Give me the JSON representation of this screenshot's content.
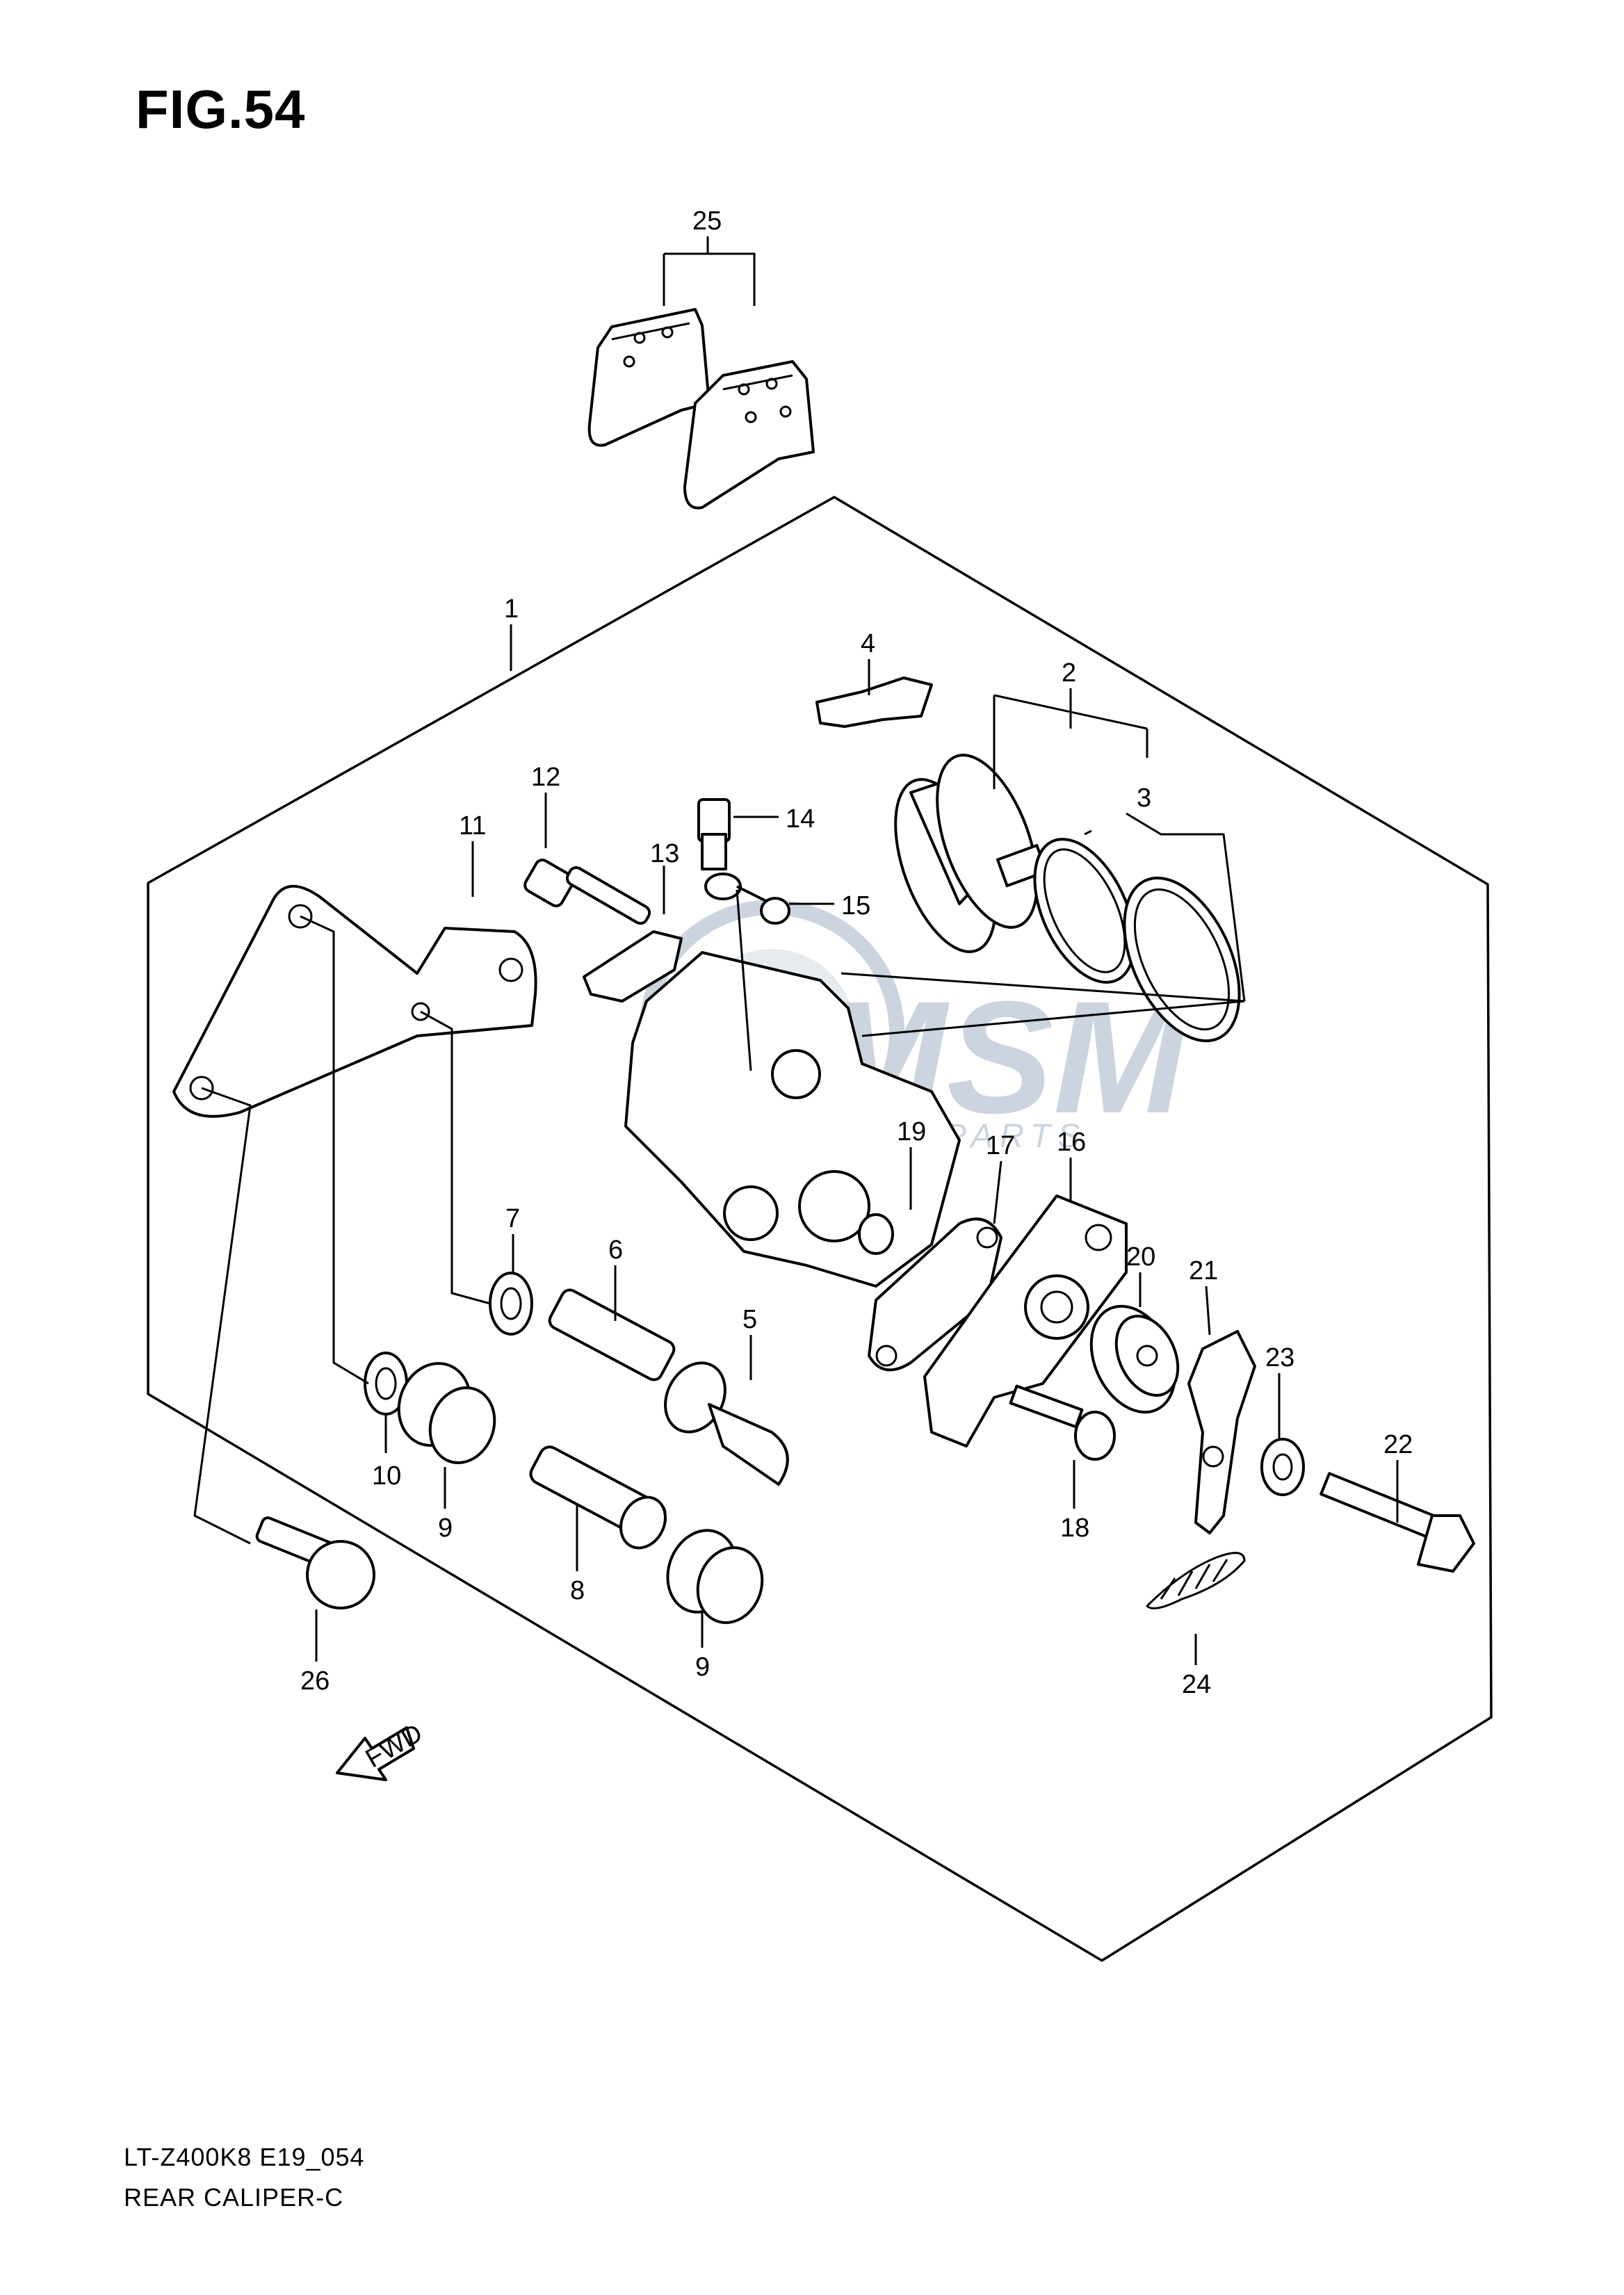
{
  "figure": {
    "title": "FIG.54"
  },
  "footer": {
    "model_code": "LT-Z400K8 E19_054",
    "section_name": "REAR CALIPER-C"
  },
  "fwd_arrow": {
    "label": "FWD"
  },
  "watermark": {
    "brand": "MSM",
    "subtitle": "MOTORPARTS",
    "color": "#c6d0dc"
  },
  "callouts": [
    "1",
    "2",
    "3",
    "4",
    "5",
    "6",
    "7",
    "8",
    "9",
    "9",
    "10",
    "11",
    "12",
    "13",
    "14",
    "15",
    "16",
    "17",
    "18",
    "19",
    "20",
    "21",
    "22",
    "23",
    "24",
    "25",
    "26"
  ]
}
